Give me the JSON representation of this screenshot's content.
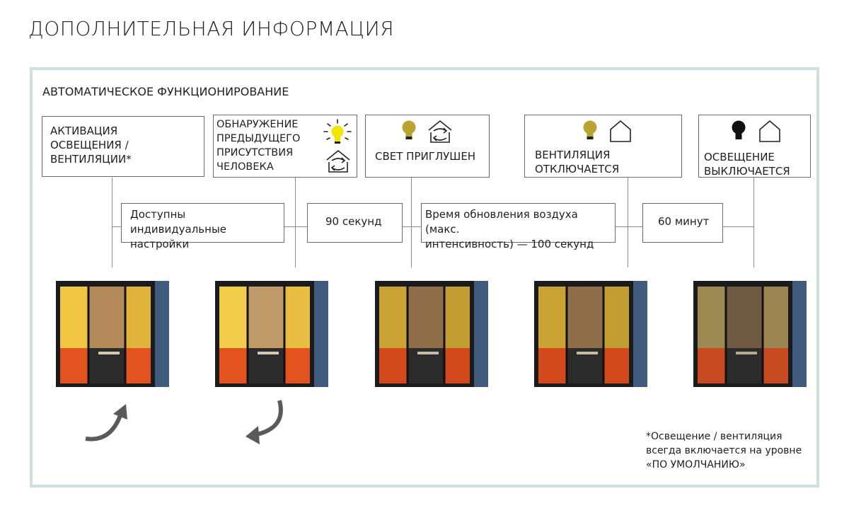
{
  "page_title": "ДОПОЛНИТЕЛЬНАЯ ИНФОРМАЦИЯ",
  "section_title": "АВТОМАТИЧЕСКОЕ ФУНКЦИОНИРОВАНИЕ",
  "stages": [
    {
      "label": "АКТИВАЦИЯ\nОСВЕЩЕНИЯ /\nВЕНТИЛЯЦИИ*",
      "bulb": "none",
      "house": "none"
    },
    {
      "label": "ОБНАРУЖЕНИЕ\nПРЕДЫДУЩЕГО\nПРИСУТСТВИЯ\nЧЕЛОВЕКА",
      "bulb": "bright-bulb-icon",
      "house": "ventilation-house-icon"
    },
    {
      "label": "СВЕТ ПРИГЛУШЕН",
      "bulb": "dimmed-bulb-icon",
      "house": "ventilation-house-icon"
    },
    {
      "label": "ВЕНТИЛЯЦИЯ\nОТКЛЮЧАЕТСЯ",
      "bulb": "dimmed-bulb-icon",
      "house": "house-icon"
    },
    {
      "label": "ОСВЕЩЕНИЕ\nВЫКЛЮЧАЕТСЯ",
      "bulb": "off-bulb-icon",
      "house": "house-icon"
    }
  ],
  "timings": [
    "Доступны индивидуальные\nнастройки",
    "90 секунд",
    "Время обновления воздуха (макс.\nинтенсивность) — 100 секунд",
    "60 минут"
  ],
  "footnote": "*Освещение / вентиляция\nвсегда включается на уровне\n«ПО УМОЛЧАНИЮ»",
  "colors": {
    "frame": "#cddfe1",
    "bulb_bright": "#f2e600",
    "bulb_dim": "#b9a331",
    "bulb_off": "#111111",
    "pod_shell": "#3f5b7d",
    "pod_frame": "#1b1b1b",
    "pod_interior": "#d9b23a",
    "pod_seat": "#e2531f",
    "arrow": "#5a5a5a"
  }
}
